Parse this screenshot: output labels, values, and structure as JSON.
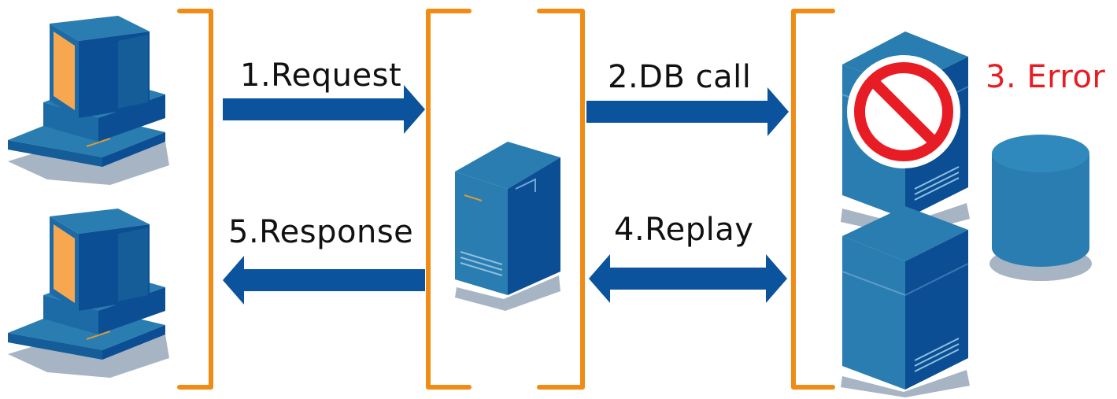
{
  "labels": {
    "request": "1.Request",
    "db_call": "2.DB call",
    "error": "3. Error",
    "replay": "4.Replay",
    "response": "5.Response"
  },
  "colors": {
    "bracket": "#F08C14",
    "arrow": "#0C539E",
    "error_text": "#E81C24",
    "prohibited": "#E81C24",
    "screen": "#F8A751",
    "device_blue": "#2A7DB0",
    "device_dark": "#0B4E93"
  },
  "icons": {
    "clients": "desktop-computer-icon",
    "app_server": "server-tower-icon",
    "db_servers": "server-cube-icon",
    "database": "database-cylinder-icon",
    "error": "prohibited-icon"
  }
}
